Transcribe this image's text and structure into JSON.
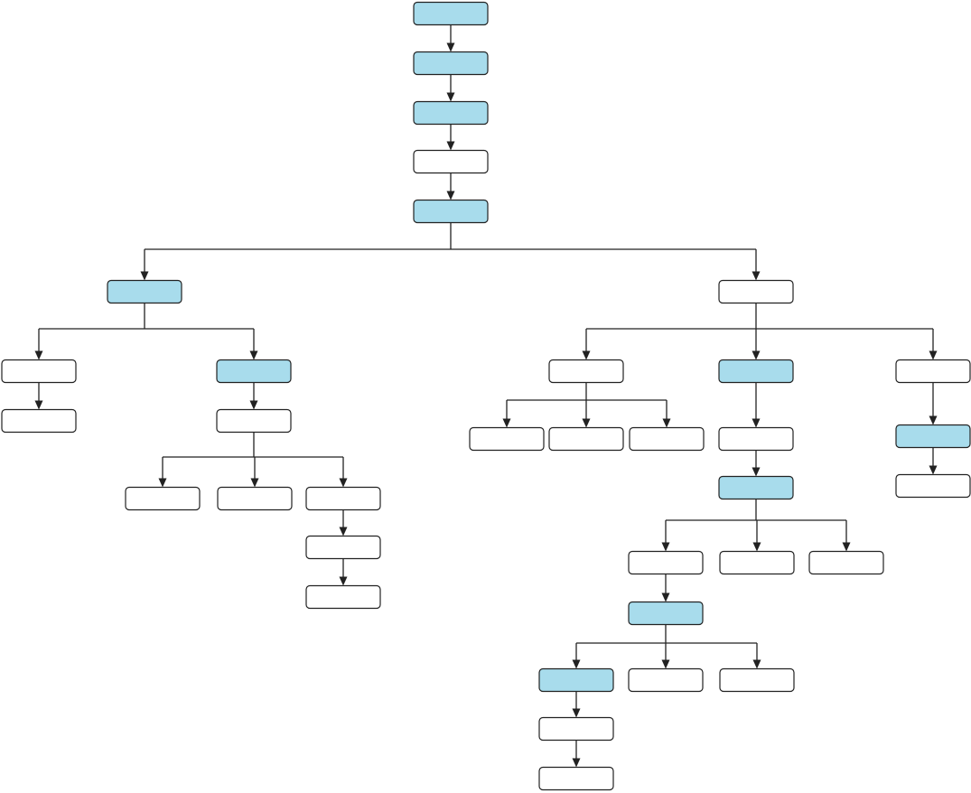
{
  "diagram": {
    "type": "tree-flowchart",
    "colors": {
      "highlight_fill": "#a8dcec",
      "plain_fill": "#ffffff",
      "line": "#222222",
      "background": "#ffffff"
    },
    "nodes": [
      {
        "id": "n1",
        "highlighted": true
      },
      {
        "id": "n2",
        "highlighted": true
      },
      {
        "id": "n3",
        "highlighted": true
      },
      {
        "id": "n4",
        "highlighted": false
      },
      {
        "id": "n5",
        "highlighted": true
      },
      {
        "id": "l1",
        "highlighted": true
      },
      {
        "id": "l2a",
        "highlighted": false
      },
      {
        "id": "l2b",
        "highlighted": false
      },
      {
        "id": "l3",
        "highlighted": true
      },
      {
        "id": "l4",
        "highlighted": false
      },
      {
        "id": "l5a",
        "highlighted": false
      },
      {
        "id": "l5b",
        "highlighted": false
      },
      {
        "id": "l5c",
        "highlighted": false
      },
      {
        "id": "l6",
        "highlighted": false
      },
      {
        "id": "l7",
        "highlighted": false
      },
      {
        "id": "r1",
        "highlighted": false
      },
      {
        "id": "r2a",
        "highlighted": false
      },
      {
        "id": "r2b",
        "highlighted": true
      },
      {
        "id": "r2c",
        "highlighted": false
      },
      {
        "id": "ra1",
        "highlighted": false
      },
      {
        "id": "ra2",
        "highlighted": false
      },
      {
        "id": "ra3",
        "highlighted": false
      },
      {
        "id": "rb1",
        "highlighted": false
      },
      {
        "id": "rb2",
        "highlighted": true
      },
      {
        "id": "rb3a",
        "highlighted": false
      },
      {
        "id": "rb3b",
        "highlighted": false
      },
      {
        "id": "rb3c",
        "highlighted": false
      },
      {
        "id": "rb4",
        "highlighted": true
      },
      {
        "id": "rb5a",
        "highlighted": true
      },
      {
        "id": "rb5b",
        "highlighted": false
      },
      {
        "id": "rb5c",
        "highlighted": false
      },
      {
        "id": "rb6",
        "highlighted": false
      },
      {
        "id": "rb7",
        "highlighted": false
      },
      {
        "id": "rc1",
        "highlighted": true
      },
      {
        "id": "rc2",
        "highlighted": false
      }
    ],
    "edges": [
      [
        "n1",
        "n2"
      ],
      [
        "n2",
        "n3"
      ],
      [
        "n3",
        "n4"
      ],
      [
        "n4",
        "n5"
      ],
      [
        "n5",
        "l1"
      ],
      [
        "n5",
        "r1"
      ],
      [
        "l1",
        "l2a"
      ],
      [
        "l1",
        "l3"
      ],
      [
        "l2a",
        "l2b"
      ],
      [
        "l3",
        "l4"
      ],
      [
        "l4",
        "l5a"
      ],
      [
        "l4",
        "l5b"
      ],
      [
        "l4",
        "l5c"
      ],
      [
        "l5c",
        "l6"
      ],
      [
        "l6",
        "l7"
      ],
      [
        "r1",
        "r2a"
      ],
      [
        "r1",
        "r2b"
      ],
      [
        "r1",
        "r2c"
      ],
      [
        "r2a",
        "ra1"
      ],
      [
        "r2a",
        "ra2"
      ],
      [
        "r2a",
        "ra3"
      ],
      [
        "r2b",
        "rb1"
      ],
      [
        "rb1",
        "rb2"
      ],
      [
        "rb2",
        "rb3a"
      ],
      [
        "rb2",
        "rb3b"
      ],
      [
        "rb2",
        "rb3c"
      ],
      [
        "rb3a",
        "rb4"
      ],
      [
        "rb4",
        "rb5a"
      ],
      [
        "rb4",
        "rb5b"
      ],
      [
        "rb4",
        "rb5c"
      ],
      [
        "rb5a",
        "rb6"
      ],
      [
        "rb6",
        "rb7"
      ],
      [
        "r2c",
        "rc1"
      ],
      [
        "rc1",
        "rc2"
      ]
    ]
  }
}
